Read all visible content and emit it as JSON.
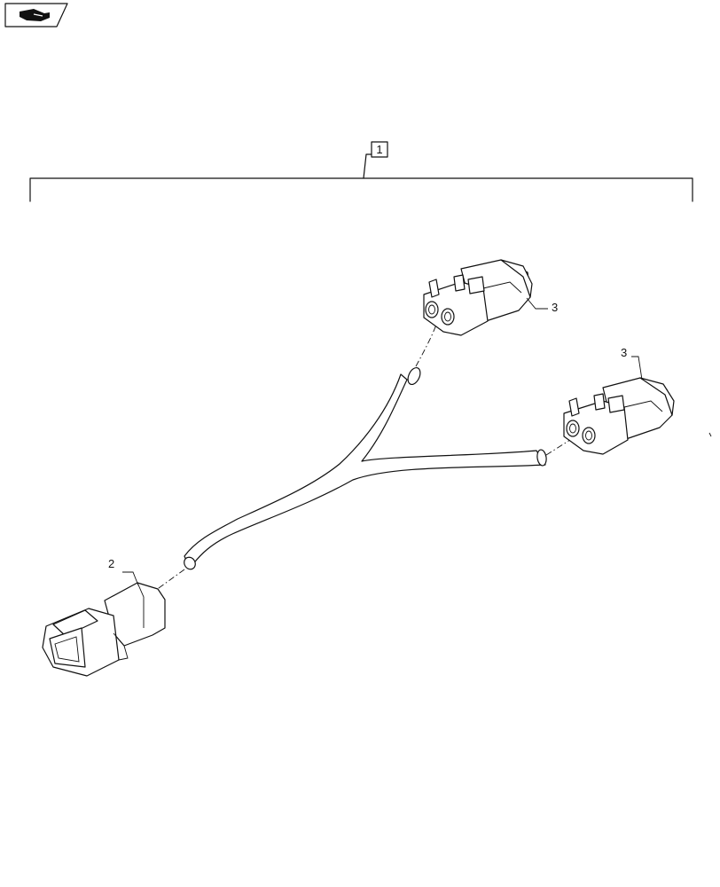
{
  "callouts": {
    "assembly": "1",
    "plug_connector": "2",
    "receptacle_upper": "3",
    "receptacle_right": "3"
  },
  "icons": {
    "corner_tab": "hand-pointing-icon"
  },
  "colors": {
    "line": "#111111",
    "background": "#ffffff"
  }
}
